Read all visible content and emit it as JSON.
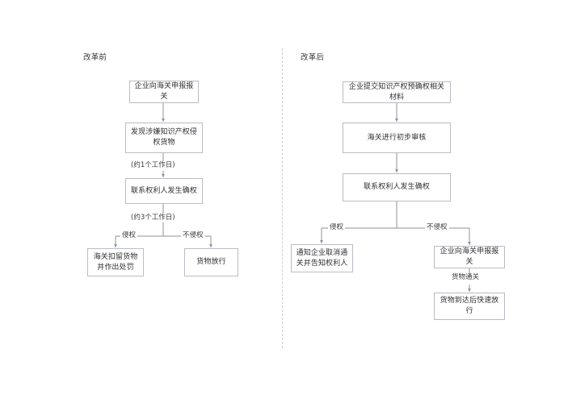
{
  "page": {
    "title_left": "改革前",
    "title_right": "改革后"
  },
  "divider": {
    "name": "vertical-dashed-divider",
    "style": "dashed",
    "color": "#c9ccd1"
  },
  "colors": {
    "box_border": "#b9bcc2",
    "connector": "#8e9298",
    "text": "#2f2f2f",
    "background": "#ffffff"
  },
  "before_reform": {
    "heading": "改革前",
    "nodes": [
      {
        "id": "b1",
        "label": "企业向海关申报报关"
      },
      {
        "id": "b2",
        "label": "发现涉嫌知识产权侵权货物"
      },
      {
        "id": "b3",
        "label": "联系权利人发生确权"
      },
      {
        "id": "b4",
        "label": "海关扣留货物并作出处罚"
      },
      {
        "id": "b5",
        "label": "货物放行"
      }
    ],
    "edge_labels": [
      {
        "id": "be1",
        "label": "(约1个工作日)"
      },
      {
        "id": "be2",
        "label": "(约3个工作日)"
      },
      {
        "id": "be3",
        "label": "侵权"
      },
      {
        "id": "be4",
        "label": "不侵权"
      }
    ]
  },
  "after_reform": {
    "heading": "改革后",
    "nodes": [
      {
        "id": "a1",
        "label": "企业提交知识产权预确权相关材料"
      },
      {
        "id": "a2",
        "label": "海关进行初步审核"
      },
      {
        "id": "a3",
        "label": "联系权利人发生确权"
      },
      {
        "id": "a4",
        "label": "通知企业取消通关并告知权利人"
      },
      {
        "id": "a5",
        "label": "企业向海关申报报关"
      },
      {
        "id": "a6",
        "label": "货物到达后快速放行"
      }
    ],
    "edge_labels": [
      {
        "id": "ae1",
        "label": "侵权"
      },
      {
        "id": "ae2",
        "label": "不侵权"
      },
      {
        "id": "ae3",
        "label": "货物通关"
      }
    ]
  }
}
